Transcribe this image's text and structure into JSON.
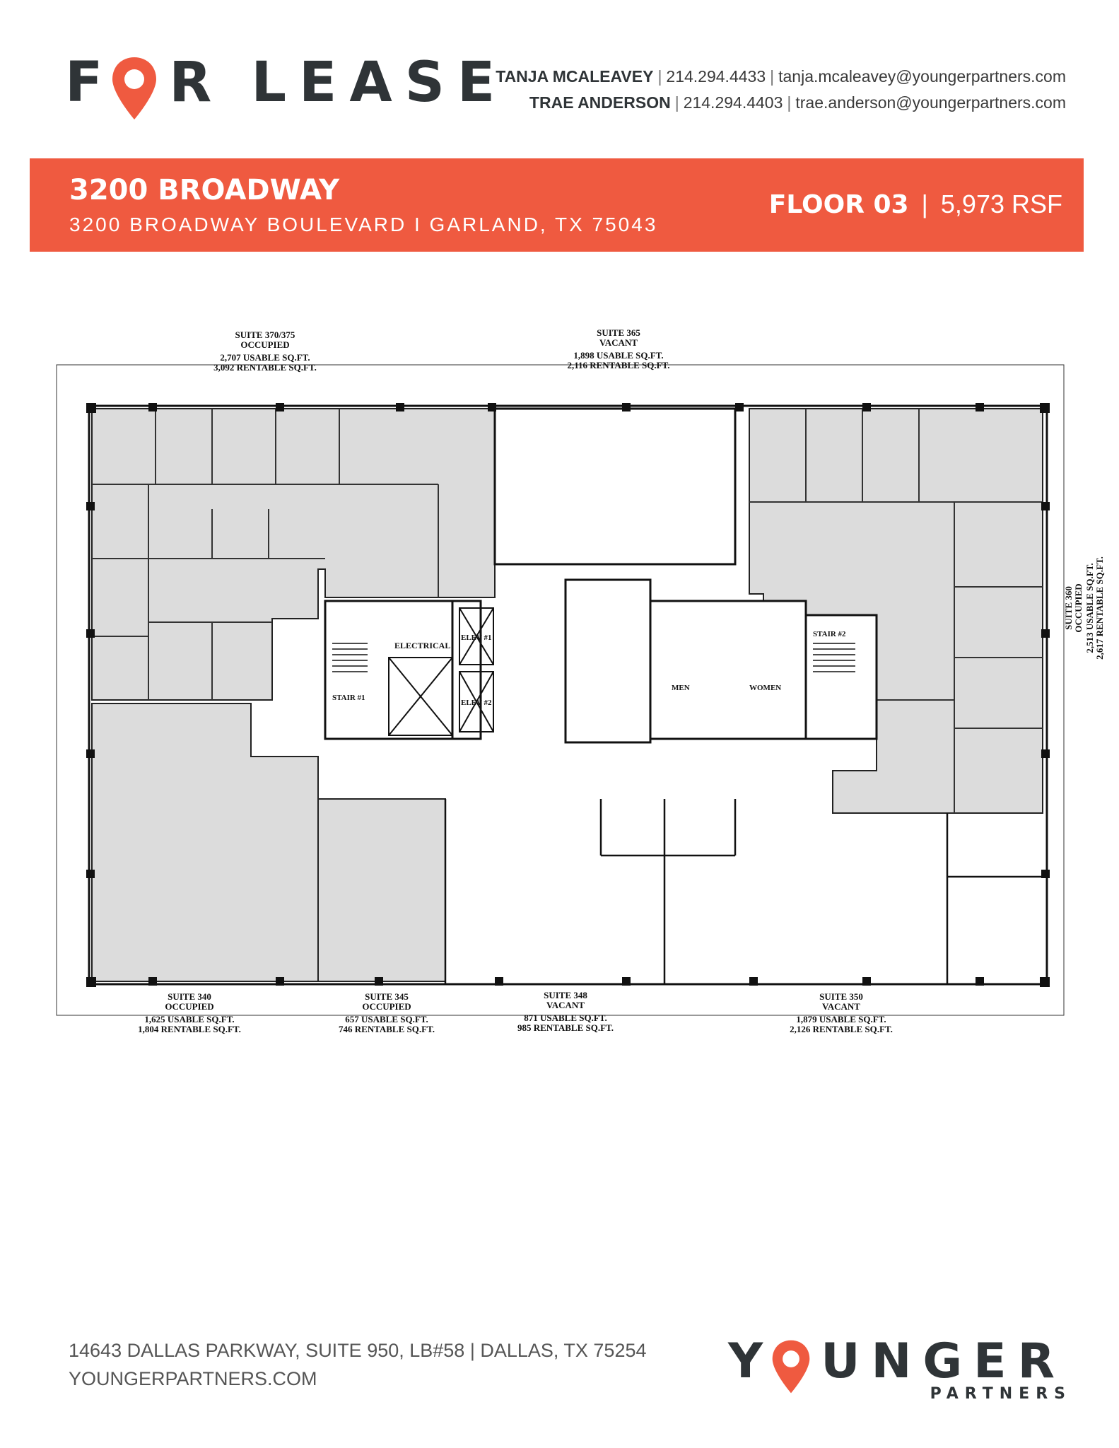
{
  "header": {
    "logo_text_1": "F",
    "logo_text_2": "R",
    "logo_text_3": "LEASE",
    "contacts": [
      {
        "name": "TANJA MCALEAVEY",
        "phone": "214.294.4433",
        "email": "tanja.mcaleavey@youngerpartners.com"
      },
      {
        "name": "TRAE ANDERSON",
        "phone": "214.294.4403",
        "email": "trae.anderson@youngerpartners.com"
      }
    ]
  },
  "banner": {
    "building": "3200 BROADWAY",
    "address": "3200 BROADWAY BOULEVARD  I  GARLAND, TX 75043",
    "floor": "FLOOR 03",
    "area": "5,973 RSF",
    "color": "#ef5a40"
  },
  "plan": {
    "suites": [
      {
        "id": "s370",
        "name": "SUITE 370/375",
        "status": "OCCUPIED",
        "usable": "2,707 USABLE SQ.FT.",
        "rentable": "3,092 RENTABLE SQ.FT."
      },
      {
        "id": "s365",
        "name": "SUITE 365",
        "status": "VACANT",
        "usable": "1,898 USABLE SQ.FT.",
        "rentable": "2,116 RENTABLE SQ.FT."
      },
      {
        "id": "s360",
        "name": "SUITE 360",
        "status": "OCCUPIED",
        "usable": "2,513 USABLE SQ.FT.",
        "rentable": "2,617 RENTABLE SQ.FT."
      },
      {
        "id": "s340",
        "name": "SUITE 340",
        "status": "OCCUPIED",
        "usable": "1,625 USABLE SQ.FT.",
        "rentable": "1,804 RENTABLE SQ.FT."
      },
      {
        "id": "s345",
        "name": "SUITE 345",
        "status": "OCCUPIED",
        "usable": "657 USABLE SQ.FT.",
        "rentable": "746 RENTABLE SQ.FT."
      },
      {
        "id": "s348",
        "name": "SUITE 348",
        "status": "VACANT",
        "usable": "871 USABLE SQ.FT.",
        "rentable": "985 RENTABLE SQ.FT."
      },
      {
        "id": "s350",
        "name": "SUITE 350",
        "status": "VACANT",
        "usable": "1,879 USABLE SQ.FT.",
        "rentable": "2,126 RENTABLE SQ.FT."
      }
    ],
    "rooms": {
      "electrical": "ELECTRICAL",
      "elev1": "ELEV #1",
      "elev2": "ELEV #2",
      "stair1": "STAIR #1",
      "stair2": "STAIR #2",
      "men": "MEN",
      "women": "WOMEN"
    }
  },
  "footer": {
    "address": "14643 DALLAS PARKWAY, SUITE 950, LB#58 | DALLAS, TX 75254",
    "website": "YOUNGERPARTNERS.COM",
    "logo_1": "Y",
    "logo_2": "UNGER",
    "logo_sub": "PARTNERS",
    "accent": "#ef5a40"
  }
}
